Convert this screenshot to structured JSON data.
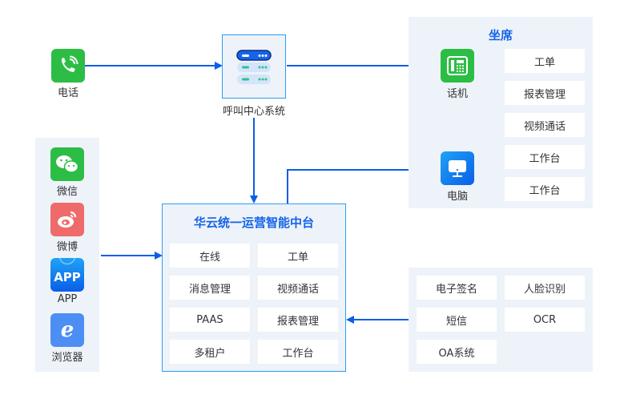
{
  "colors": {
    "accent": "#0b5ee8",
    "panel": "#eef3fa",
    "green": "#2cbd45",
    "red": "#ef6a6a",
    "blue": "#1a7cf2"
  },
  "phone": {
    "label": "电话",
    "icon": "phone-icon"
  },
  "call_center": {
    "label": "呼叫中心系统",
    "icon": "server-icon"
  },
  "seat": {
    "title": "坐席",
    "devices": [
      {
        "label": "话机",
        "icon": "desk-phone-icon"
      },
      {
        "label": "电脑",
        "icon": "computer-icon"
      }
    ],
    "features": [
      "工单",
      "报表管理",
      "视频通话",
      "工作台",
      "工作台"
    ]
  },
  "channels": [
    {
      "label": "微信",
      "icon": "wechat-icon"
    },
    {
      "label": "微博",
      "icon": "weibo-icon"
    },
    {
      "label": "APP",
      "icon": "app-icon",
      "icon_text": "APP"
    },
    {
      "label": "浏览器",
      "icon": "browser-icon",
      "icon_text": "e"
    }
  ],
  "platform": {
    "title": "华云统一运营智能中台",
    "modules": [
      "在线",
      "工单",
      "消息管理",
      "视频通话",
      "PAAS",
      "报表管理",
      "多租户",
      "工作台"
    ]
  },
  "extensions": [
    "电子签名",
    "人脸识别",
    "短信",
    "OCR",
    "OA系统"
  ]
}
